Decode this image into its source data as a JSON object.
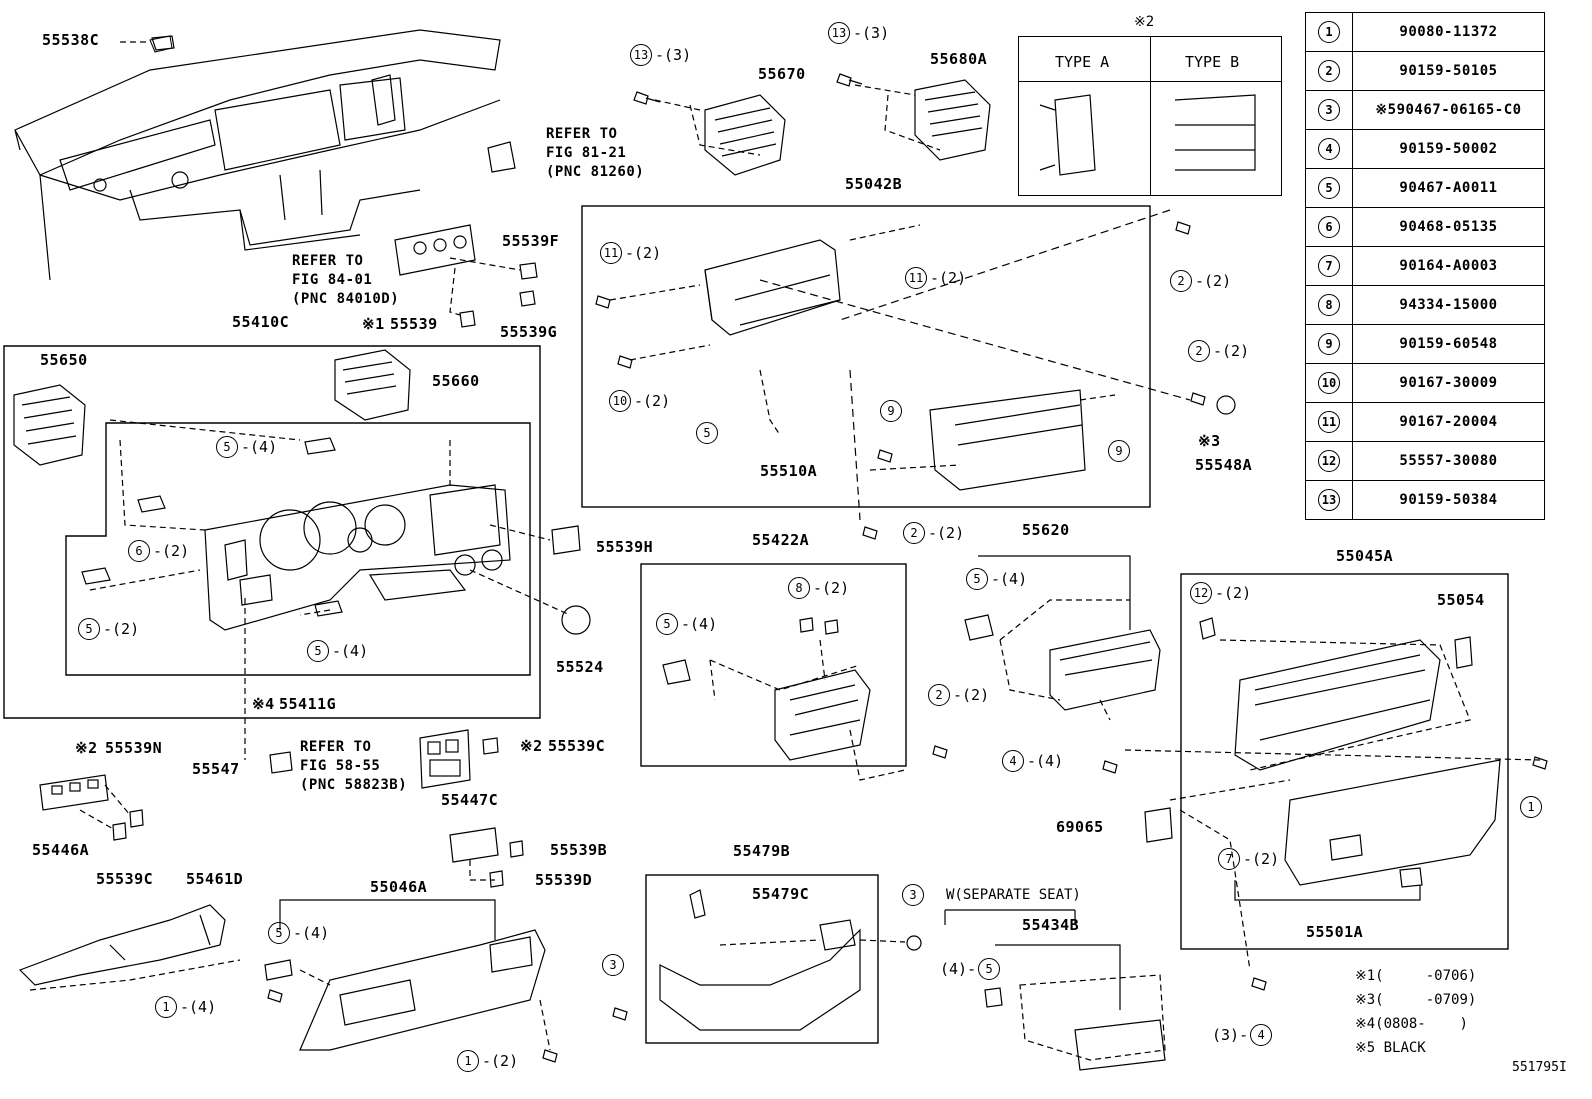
{
  "labels": {
    "p55538C": "55538C",
    "p55670": "55670",
    "p55680A": "55680A",
    "p55042B": "55042B",
    "p55539F": "55539F",
    "p55539": "55539",
    "p55539G": "55539G",
    "p55410C": "55410C",
    "p55650": "55650",
    "p55660": "55660",
    "p55510A": "55510A",
    "p55548A": "55548A",
    "p55539H": "55539H",
    "p55422A": "55422A",
    "p55620": "55620",
    "p55045A": "55045A",
    "p55054": "55054",
    "p55524": "55524",
    "p55411G": "55411G",
    "p55539N": "55539N",
    "p55547": "55547",
    "p55539C_top": "55539C",
    "p55446A": "55446A",
    "p55447C": "55447C",
    "p55539B": "55539B",
    "p55539C_bot": "55539C",
    "p55461D": "55461D",
    "p55046A": "55046A",
    "p55539D": "55539D",
    "p55479B": "55479B",
    "p55479C": "55479C",
    "p69065": "69065",
    "p55501A": "55501A",
    "p55434B": "55434B",
    "figure_id": "551795I",
    "separate_seat": "W(SEPARATE SEAT)"
  },
  "marks": {
    "m2": "※2",
    "m3": "※3",
    "m1": "※1",
    "m4": "※4"
  },
  "refs": {
    "ref1": "REFER TO\nFIG 81-21\n(PNC 81260)",
    "ref2": "REFER TO\nFIG 84-01\n(PNC 84010D)",
    "ref3": "REFER TO\nFIG 58-55\n(PNC 58823B)"
  },
  "type_box": {
    "mark": "※2",
    "type_a": "TYPE A",
    "type_b": "TYPE B"
  },
  "legend": [
    {
      "n": "1",
      "part": "90080-11372"
    },
    {
      "n": "2",
      "part": "90159-50105"
    },
    {
      "n": "3",
      "part": "※590467-06165-C0"
    },
    {
      "n": "4",
      "part": "90159-50002"
    },
    {
      "n": "5",
      "part": "90467-A0011"
    },
    {
      "n": "6",
      "part": "90468-05135"
    },
    {
      "n": "7",
      "part": "90164-A0003"
    },
    {
      "n": "8",
      "part": "94334-15000"
    },
    {
      "n": "9",
      "part": "90159-60548"
    },
    {
      "n": "10",
      "part": "90167-30009"
    },
    {
      "n": "11",
      "part": "90167-20004"
    },
    {
      "n": "12",
      "part": "55557-30080"
    },
    {
      "n": "13",
      "part": "90159-50384"
    }
  ],
  "callouts": [
    {
      "n": "13",
      "q": "-(3)"
    },
    {
      "n": "13",
      "q": "-(3)"
    },
    {
      "n": "11",
      "q": "-(2)"
    },
    {
      "n": "11",
      "q": "-(2)"
    },
    {
      "n": "10",
      "q": "-(2)"
    },
    {
      "n": "5",
      "q": ""
    },
    {
      "n": "9",
      "q": ""
    },
    {
      "n": "9",
      "q": ""
    },
    {
      "n": "2",
      "q": "-(2)"
    },
    {
      "n": "2",
      "q": "-(2)"
    },
    {
      "n": "2",
      "q": "-(2)"
    },
    {
      "n": "5",
      "q": "-(4)"
    },
    {
      "n": "6",
      "q": "-(2)"
    },
    {
      "n": "5",
      "q": "-(2)"
    },
    {
      "n": "5",
      "q": "-(4)"
    },
    {
      "n": "5",
      "q": "-(4)"
    },
    {
      "n": "8",
      "q": "-(2)"
    },
    {
      "n": "5",
      "q": "-(4)"
    },
    {
      "n": "2",
      "q": "-(2)"
    },
    {
      "n": "4",
      "q": "-(4)"
    },
    {
      "n": "12",
      "q": "-(2)"
    },
    {
      "n": "1",
      "q": ""
    },
    {
      "n": "7",
      "q": "-(2)"
    },
    {
      "n": "5",
      "q": "-(4)"
    },
    {
      "n": "1",
      "q": "-(4)"
    },
    {
      "n": "1",
      "q": "-(2)"
    },
    {
      "n": "3",
      "q": ""
    },
    {
      "n": "3",
      "q": ""
    },
    {
      "n": "5",
      "q": ""
    },
    {
      "n": "4",
      "q": ""
    }
  ],
  "callout_prefix": {
    "c28": "(4)-",
    "c29": "(3)-"
  },
  "footnotes": {
    "f1": "※1(     -0706)",
    "f2": "※3(     -0709)",
    "f3": "※4(0808-    )",
    "f4": "※5 BLACK"
  }
}
